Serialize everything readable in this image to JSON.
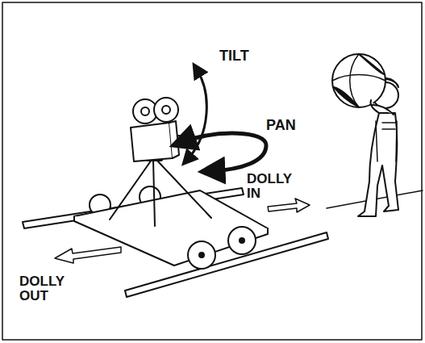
{
  "diagram": {
    "labels": [
      "TILT",
      "PAN",
      "DOLLY IN",
      "DOLLY OUT"
    ]
  }
}
